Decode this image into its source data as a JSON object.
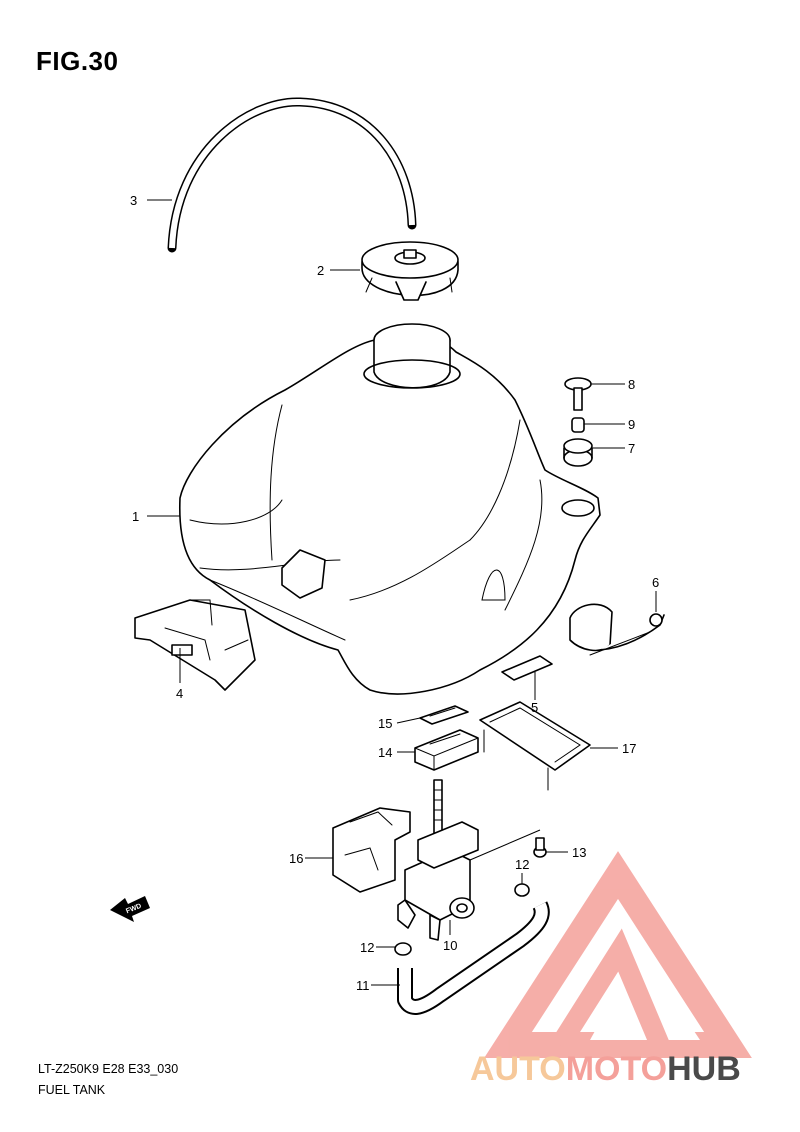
{
  "figure": {
    "title": "FIG.30",
    "model_code": "LT-Z250K9 E28 E33_030",
    "caption": "FUEL TANK"
  },
  "callouts": [
    "1",
    "2",
    "3",
    "4",
    "5",
    "6",
    "7",
    "8",
    "9",
    "10",
    "11",
    "12",
    "12",
    "13",
    "14",
    "15",
    "16",
    "17"
  ],
  "fwd_label": "FWD",
  "watermark": {
    "part1": "AUTO",
    "part2": "MOTO",
    "part3": "HUB",
    "color_auto": "#f6c89a",
    "color_moto": "#f4a09a",
    "color_hub": "#4a4a4a",
    "logo_color": "#f4a09a"
  }
}
